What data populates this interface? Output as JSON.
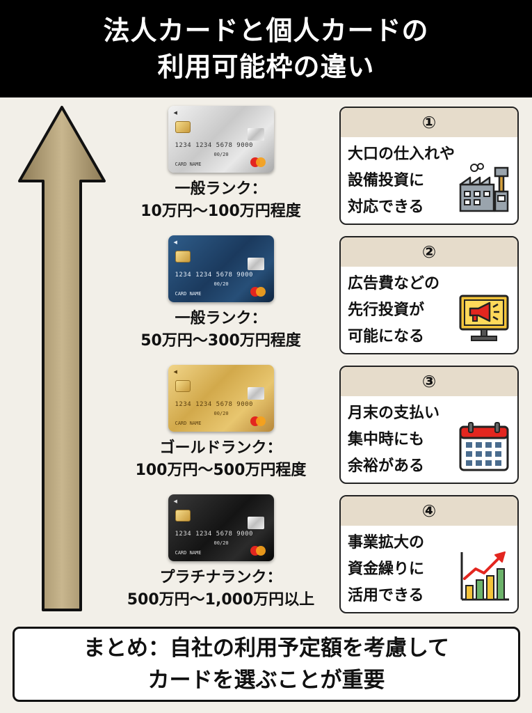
{
  "header": {
    "title_line1": "法人カードと個人カードの",
    "title_line2": "利用可能枠の違い"
  },
  "cards": [
    {
      "style": "silver",
      "card_number": "1234 1234 5678 9000",
      "expiry": "00/20",
      "card_name": "CARD NAME",
      "rank_label": "一般ランク：",
      "limit_range": "10万円〜100万円程度"
    },
    {
      "style": "blue",
      "card_number": "1234 1234 5678 9000",
      "expiry": "00/20",
      "card_name": "CARD NAME",
      "rank_label": "一般ランク：",
      "limit_range": "50万円〜300万円程度"
    },
    {
      "style": "gold",
      "card_number": "1234 1234 5678 9000",
      "expiry": "00/20",
      "card_name": "CARD NAME",
      "rank_label": "ゴールドランク：",
      "limit_range": "100万円〜500万円程度"
    },
    {
      "style": "black",
      "card_number": "1234 1234 5678 9000",
      "expiry": "00/20",
      "card_name": "CARD NAME",
      "rank_label": "プラチナランク：",
      "limit_range": "500万円〜1,000万円以上"
    }
  ],
  "benefits": [
    {
      "number": "①",
      "lines": [
        "大口の仕入れや",
        "設備投資に",
        "対応できる"
      ],
      "icon": "factory-icon"
    },
    {
      "number": "②",
      "lines": [
        "広告費などの",
        "先行投資が",
        "可能になる"
      ],
      "icon": "megaphone-monitor-icon"
    },
    {
      "number": "③",
      "lines": [
        "月末の支払い",
        "集中時にも",
        "余裕がある"
      ],
      "icon": "calendar-icon"
    },
    {
      "number": "④",
      "lines": [
        "事業拡大の",
        "資金繰りに",
        "活用できる"
      ],
      "icon": "growth-chart-icon"
    }
  ],
  "footer": {
    "line1": "まとめ：自社の利用予定額を考慮して",
    "line2": "カードを選ぶことが重要"
  },
  "colors": {
    "header_bg": "#000000",
    "page_bg": "#f2efe8",
    "benefit_header_bg": "#e6dccb",
    "arrow_fill": "#b9a67f",
    "mastercard_red": "#e3261f",
    "mastercard_orange": "#f6a11b"
  }
}
